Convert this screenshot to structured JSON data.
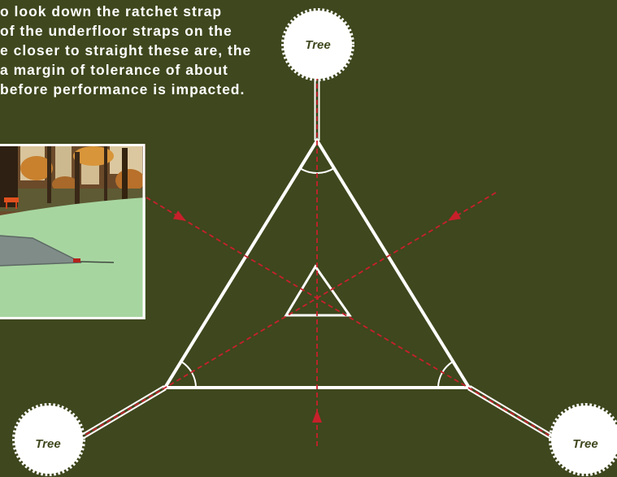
{
  "colors": {
    "background": "#3e471d",
    "line": "#ffffff",
    "sight_line": "#c8202b"
  },
  "caption": {
    "lines": [
      "o look down the ratchet strap",
      "of the underfloor straps on the",
      "e closer to straight these are, the",
      "a margin of tolerance of about",
      "before performance is impacted."
    ]
  },
  "diagram": {
    "trees": [
      {
        "label": "Tree"
      },
      {
        "label": "Tree"
      },
      {
        "label": "Tree"
      }
    ]
  }
}
